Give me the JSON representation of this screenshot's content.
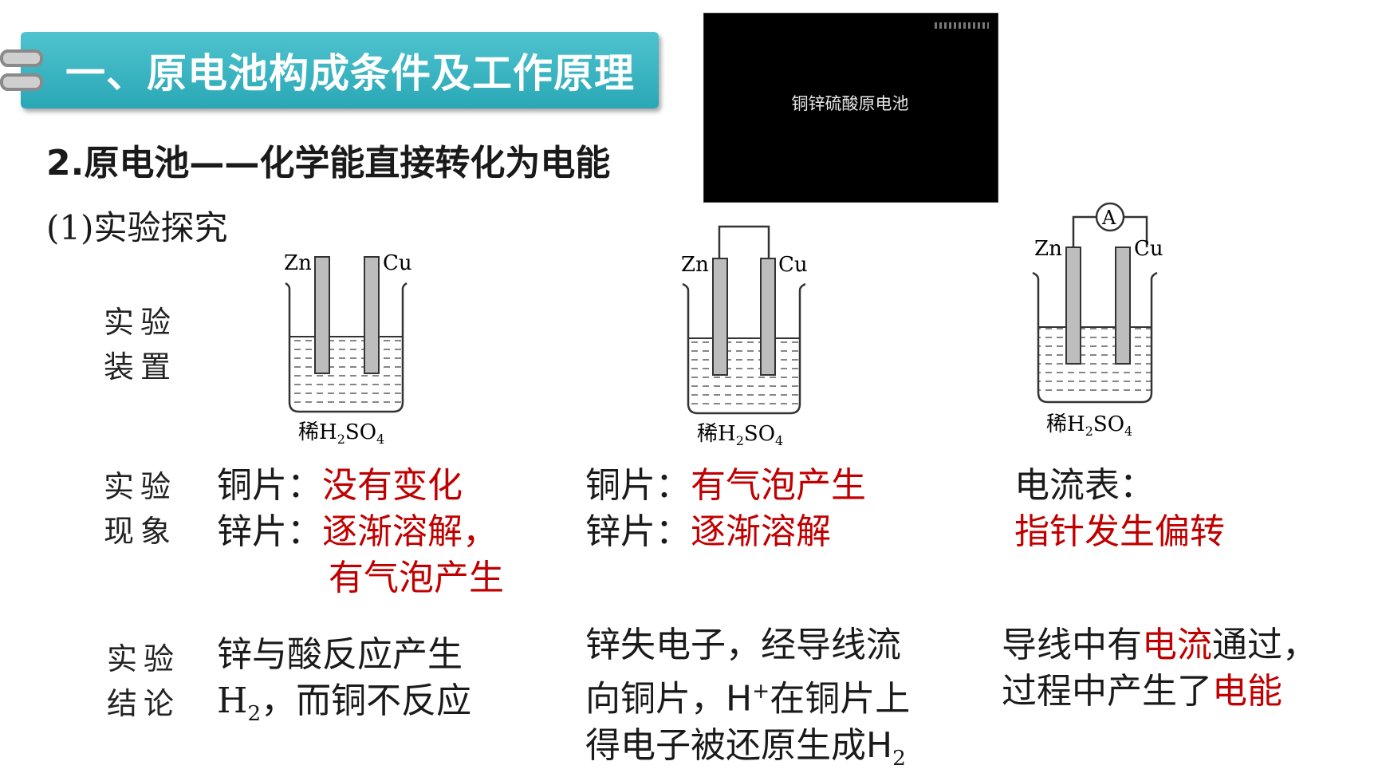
{
  "header": {
    "title": "一、原电池构成条件及工作原理"
  },
  "subtitle": "2.原电池——化学能直接转化为电能",
  "section": "(1)实验探究",
  "video": {
    "caption": "铜锌硫酸原电池"
  },
  "row_labels": {
    "apparatus": [
      "实验",
      "装置"
    ],
    "phenomenon": [
      "实验",
      "现象"
    ],
    "conclusion": [
      "实验",
      "结论"
    ]
  },
  "apparatus": {
    "zn_label": "Zn",
    "cu_label": "Cu",
    "ammeter": "A",
    "solution_prefix": "稀",
    "solution_formula": "H",
    "h2_sub": "2",
    "so": "SO",
    "so_sub": "4"
  },
  "phenomena": {
    "col1": {
      "cu_label": "铜片：",
      "cu_value": "没有变化",
      "zn_label": "锌片：",
      "zn_value_1": "逐渐溶解，",
      "zn_value_2": "有气泡产生"
    },
    "col2": {
      "cu_label": "铜片：",
      "cu_value": "有气泡产生",
      "zn_label": "锌片：",
      "zn_value": "逐渐溶解"
    },
    "col3": {
      "meter_label": "电流表：",
      "meter_value": "指针发生偏转"
    }
  },
  "conclusions": {
    "col1": {
      "line1": "锌与酸反应产生",
      "line2_h": "H",
      "line2_sub": "2",
      "line2_rest": "，而铜不反应"
    },
    "col2": {
      "line1": "锌失电子，经导线流",
      "line2_pre": "向铜片，H",
      "line2_sup": "+",
      "line2_post": "在铜片上",
      "line3_pre": "得电子被还原生成H",
      "line3_sub": "2"
    },
    "col3": {
      "line1_pre": "导线中有",
      "line1_red": "电流",
      "line1_post": "通过，",
      "line2_pre": "过程中产生了",
      "line2_red": "电能"
    }
  },
  "colors": {
    "banner": "#2aa7b5",
    "accent_red": "#c00000"
  }
}
